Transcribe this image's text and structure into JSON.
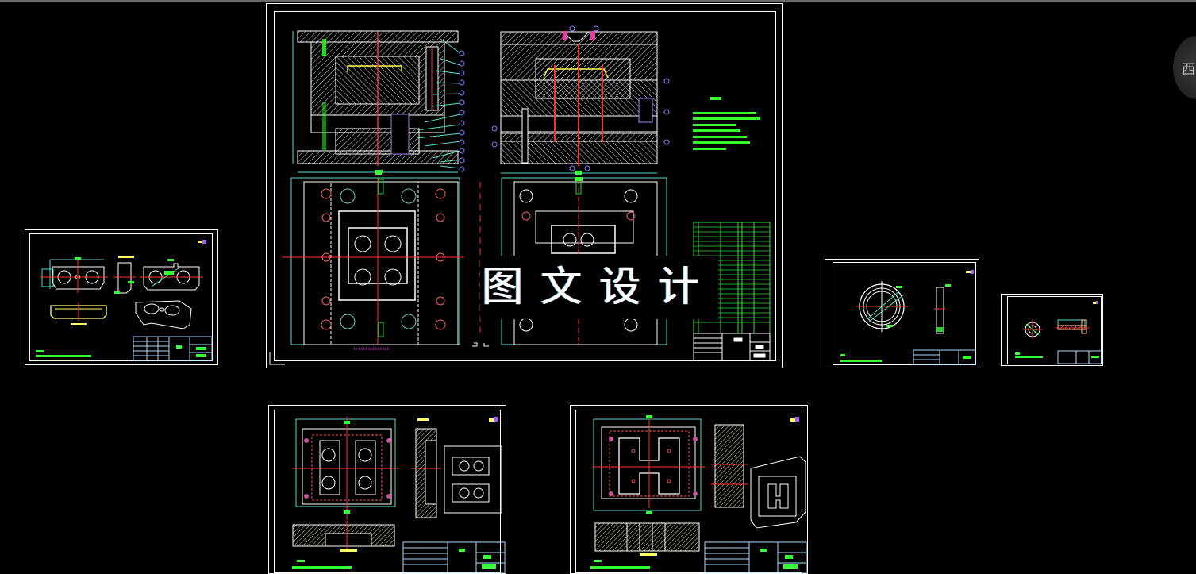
{
  "app": {
    "view": "model-space",
    "background_color": "#000000"
  },
  "watermark": {
    "text": "图文设计"
  },
  "viewcube": {
    "direction_label": "西"
  },
  "colors": {
    "frame": "#ffffff",
    "dimension": "#33ff33",
    "centerline": "#ff3030",
    "leader": "#66ddcc",
    "balloon": "#8a7aff",
    "hatch": "#ffffff",
    "cavity_outline": "#ffff66",
    "title_block": "#a8dcff",
    "text_highlight": "#e040e0"
  },
  "sheets": [
    {
      "id": "assembly",
      "description": "mold assembly drawing - two sectional views, two plan views, technical notes, parts list, title block"
    },
    {
      "id": "part-left",
      "description": "part drawing - insert block with two bores, section A-A, isometric view"
    },
    {
      "id": "part-ring",
      "description": "part drawing - locating ring, section view"
    },
    {
      "id": "part-small",
      "description": "part drawing - sprue bushing"
    },
    {
      "id": "part-cavity",
      "description": "part drawing - cavity plate, section, isometric view"
    },
    {
      "id": "part-core",
      "description": "part drawing - core plate, section, isometric view"
    }
  ],
  "assembly": {
    "notes_title": "技术要求",
    "section_view_title_left": "A-A",
    "section_view_title_right": "B-B",
    "parts_list_rows": 22,
    "balloon_count_left": 15,
    "balloon_count_right": 8
  },
  "part_notes": {
    "hardness_note": "1. ......T14 ..."
  }
}
